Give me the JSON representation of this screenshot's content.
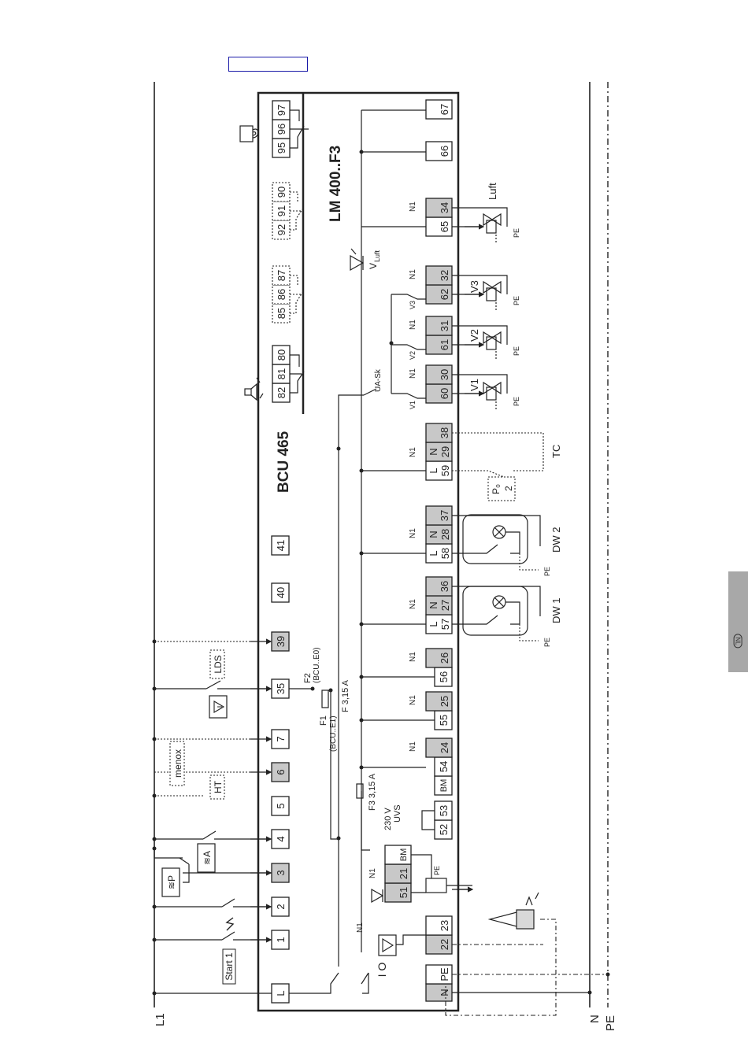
{
  "device": {
    "bcu": "BCU 465",
    "lm": "LM 400..F3"
  },
  "rails": {
    "l1": "L1",
    "n": "N",
    "pe": "PE"
  },
  "bcu_terminals": [
    {
      "label": "L"
    },
    {
      "label": "1"
    },
    {
      "label": "2"
    },
    {
      "label": "3"
    },
    {
      "label": "4"
    },
    {
      "label": "5"
    },
    {
      "label": "6"
    },
    {
      "label": "7"
    },
    {
      "label": "35"
    },
    {
      "label": "39"
    },
    {
      "label": "40"
    },
    {
      "label": "41"
    }
  ],
  "relay_groups": [
    {
      "terminals": [
        "82",
        "81",
        "80"
      ]
    },
    {
      "terminals": [
        "85",
        "86",
        "87"
      ]
    },
    {
      "terminals": [
        "92",
        "91",
        "90"
      ]
    },
    {
      "terminals": [
        "95",
        "96",
        "97"
      ]
    }
  ],
  "lm_terminals": {
    "n_pe": [
      "N",
      "PE"
    ],
    "ignition": [
      "22",
      "23"
    ],
    "flame": [
      "51",
      "21",
      "BM"
    ],
    "uvs": [
      "52",
      "53"
    ],
    "m1": [
      "BM",
      "54",
      "24"
    ],
    "m2": [
      "55",
      "25"
    ],
    "m3": [
      "56",
      "26"
    ],
    "dw1": [
      "L",
      "57",
      "N",
      "27",
      "36"
    ],
    "dw2": [
      "L",
      "58",
      "N",
      "28",
      "37"
    ],
    "tc": [
      "L",
      "59",
      "N",
      "29",
      "38"
    ],
    "v1": [
      "60",
      "30"
    ],
    "v2": [
      "61",
      "31"
    ],
    "v3": [
      "62",
      "32"
    ],
    "luft": [
      "65",
      "34"
    ],
    "end": [
      "66",
      "67"
    ]
  },
  "labels": {
    "start": "Start 1",
    "menox": "menox",
    "ht": "HT",
    "lds": "LDS",
    "f1": "F1",
    "f1_sub": "(BCU..E1)",
    "f2": "F2",
    "f2_sub": "(BCU..E0)",
    "fuse_f3a": "F 3,15 A",
    "fuse_f3b": "F3 3,15 A",
    "uvs": "UVS",
    "v230": "230 V",
    "n1": "N1",
    "pe_small": "PE",
    "pe_flame": "PE",
    "dw1": "DW 1",
    "dw2": "DW 2",
    "tc": "TC",
    "pu": "P₀",
    "pu_num": "2",
    "ua_sk": "UA-Sk",
    "v1": "V1",
    "v2": "V2",
    "v3": "V3",
    "vluft": "V",
    "vluft_sub": "Luft",
    "luft": "Luft"
  },
  "side_tab": "NL",
  "colors": {
    "line": "#222222",
    "terminal_grey": "#c8c8c8",
    "tab_grey": "#a8a8a8",
    "top_box": "#1a1aa8"
  }
}
